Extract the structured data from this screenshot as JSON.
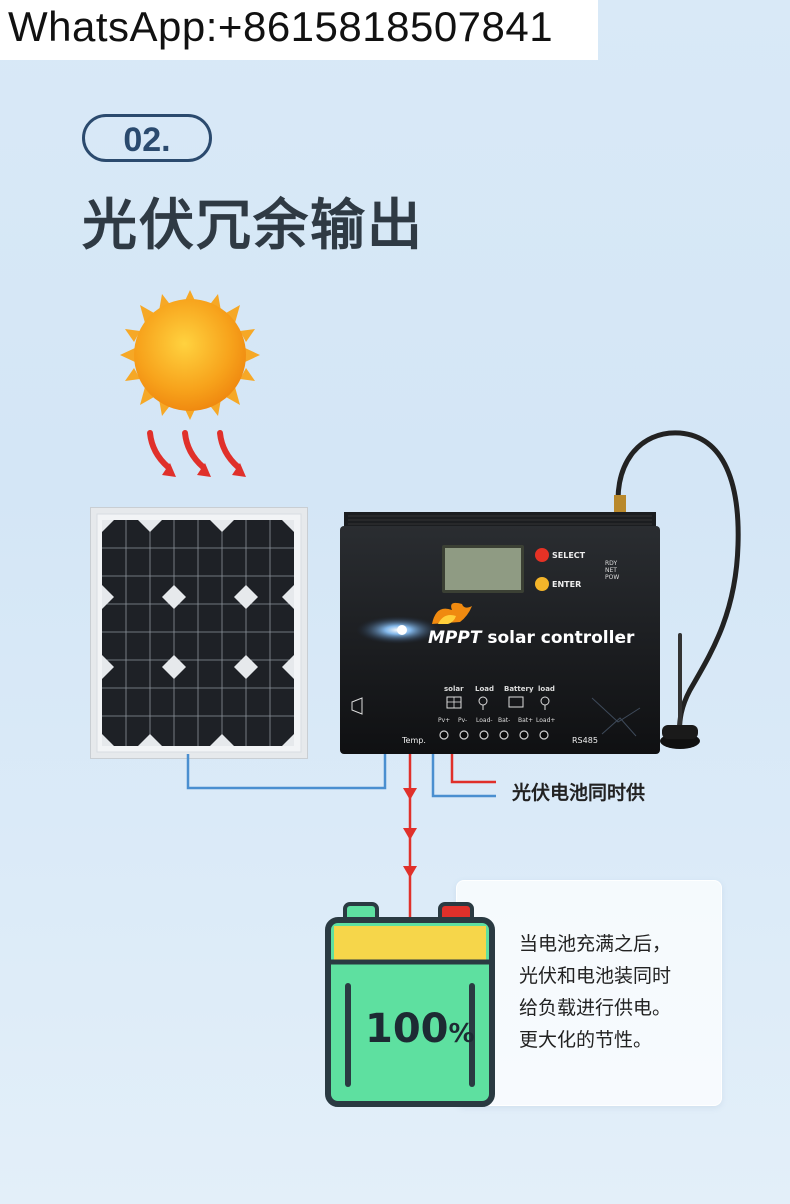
{
  "watermark": {
    "text": "WhatsApp:+8615818507841"
  },
  "section": {
    "number": "02.",
    "title": "光伏冗余输出"
  },
  "controller": {
    "brand_prefix": "MPPT",
    "brand_suffix": " solar controller",
    "buttons": {
      "select": "SELECT",
      "enter": "ENTER"
    },
    "leds": [
      "RDY",
      "NET",
      "POW"
    ],
    "groups": [
      "solar",
      "Load",
      "Battery",
      "load"
    ],
    "terminals": [
      "Pv+",
      "Pv-",
      "Load-",
      "Bat-",
      "Bat+",
      "Load+"
    ],
    "temp_label": "Temp.",
    "rs485_label": "RS485"
  },
  "supply_label": "光伏电池同时供",
  "battery": {
    "percent": "100",
    "percent_sign": "%"
  },
  "info_card": {
    "lines": [
      "当电池充满之后，",
      "光伏和电池装同时",
      "给负载进行供电。",
      "更大化的节性。"
    ]
  },
  "colors": {
    "accent_blue": "#2b4a6e",
    "wire_red": "#e0302a",
    "wire_blue": "#4a8fd0",
    "battery_green": "#5ee0a0",
    "battery_yellow": "#f6d64a"
  }
}
